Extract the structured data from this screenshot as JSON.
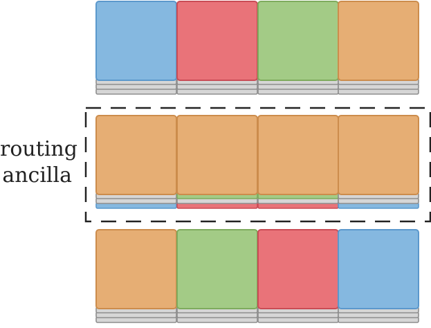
{
  "colors": {
    "blue": {
      "fill": "#85b8e0",
      "stroke": "#5b98cc"
    },
    "red": {
      "fill": "#e97379",
      "stroke": "#c94c55"
    },
    "green": {
      "fill": "#a3cb86",
      "stroke": "#7eab5d"
    },
    "orange": {
      "fill": "#e6ae74",
      "stroke": "#cc8c4c"
    },
    "layer_fill": "#d6d6d6",
    "layer_stroke": "#8e8e8e",
    "dashed_box": "#222222"
  },
  "rows": [
    {
      "name": "top",
      "blocks": [
        {
          "color": "blue",
          "layers": [
            "gray",
            "gray",
            "gray"
          ]
        },
        {
          "color": "red",
          "layers": [
            "gray",
            "gray",
            "gray"
          ]
        },
        {
          "color": "green",
          "layers": [
            "gray",
            "gray",
            "gray"
          ]
        },
        {
          "color": "orange",
          "layers": [
            "gray",
            "gray",
            "gray"
          ]
        }
      ]
    },
    {
      "name": "routing",
      "highlighted": true,
      "blocks": [
        {
          "color": "orange",
          "layers": [
            "gray",
            "gray",
            "blue"
          ]
        },
        {
          "color": "orange",
          "layers": [
            "green",
            "gray",
            "red"
          ]
        },
        {
          "color": "orange",
          "layers": [
            "green",
            "gray",
            "red"
          ]
        },
        {
          "color": "orange",
          "layers": [
            "gray",
            "gray",
            "blue"
          ]
        }
      ]
    },
    {
      "name": "bottom",
      "blocks": [
        {
          "color": "orange",
          "layers": [
            "gray",
            "gray",
            "gray"
          ]
        },
        {
          "color": "green",
          "layers": [
            "gray",
            "gray",
            "gray"
          ]
        },
        {
          "color": "red",
          "layers": [
            "gray",
            "gray",
            "gray"
          ]
        },
        {
          "color": "blue",
          "layers": [
            "gray",
            "gray",
            "gray"
          ]
        }
      ]
    }
  ],
  "label": {
    "line1": "routing",
    "line2": "ancilla"
  }
}
